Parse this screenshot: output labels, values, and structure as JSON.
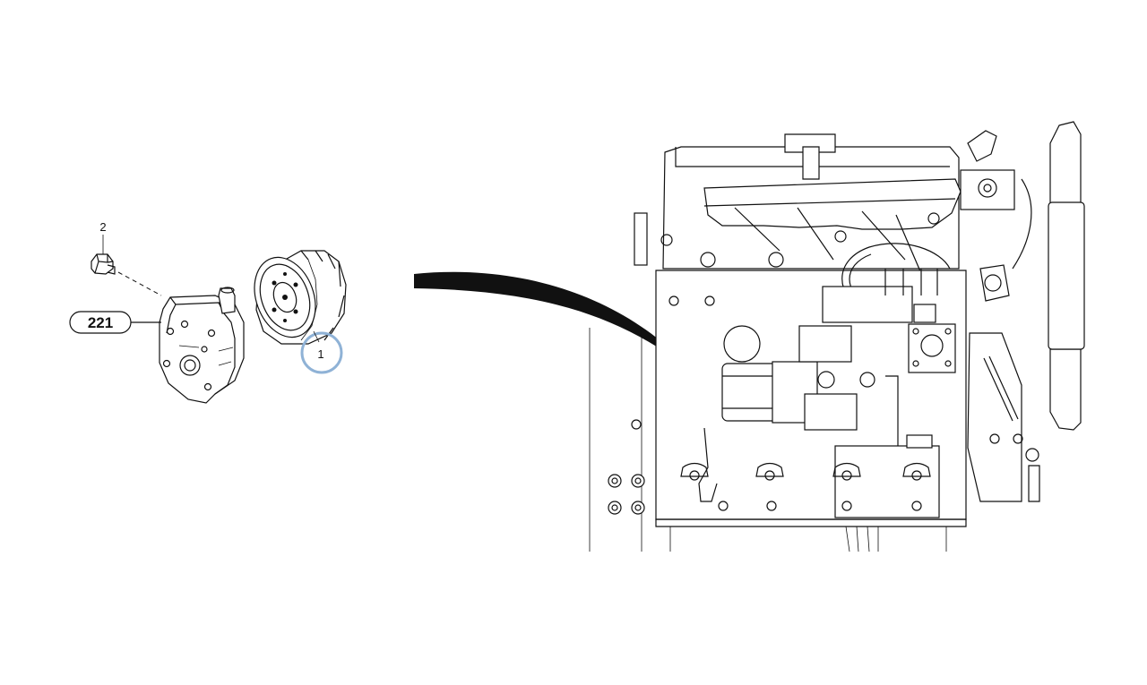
{
  "diagram": {
    "callouts": [
      {
        "id": "filter",
        "number": "1",
        "highlighted": true
      },
      {
        "id": "plug",
        "number": "2",
        "highlighted": false
      }
    ],
    "reference_label": "221",
    "highlight_color": "#8fb2d6",
    "line_color": "#111111"
  }
}
